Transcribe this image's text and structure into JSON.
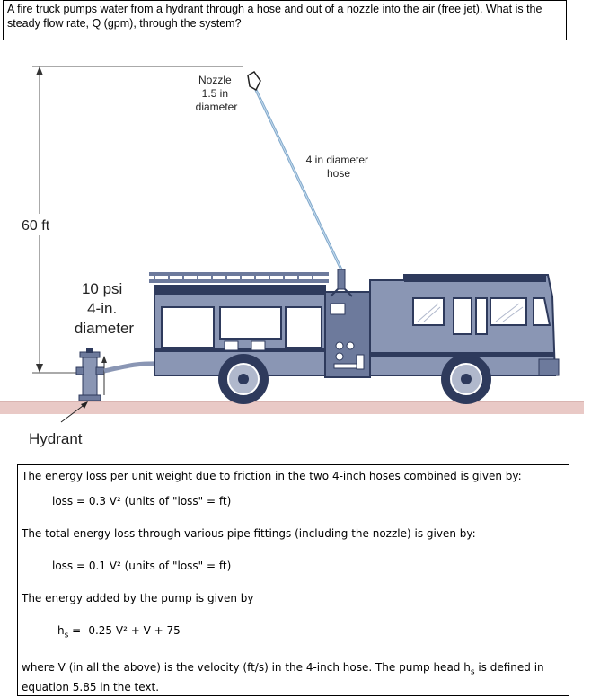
{
  "question": {
    "text": "A fire truck pumps water from a hydrant through a hose and out of a nozzle into the air (free jet).  What is the steady flow rate, Q (gpm), through the system?"
  },
  "figure": {
    "nozzle_label": [
      "Nozzle",
      "1.5 in",
      "diameter"
    ],
    "hose_label": [
      "4 in diameter",
      "hose"
    ],
    "height_label": "60 ft",
    "hydrant_pressure_label": [
      "10 psi",
      "4-in.",
      "diameter"
    ],
    "hydrant_label": "Hydrant",
    "colors": {
      "truck_body": "#8a96b4",
      "truck_dark": "#2e3a5c",
      "ground": "#e9c9c6",
      "hose": "#7fa8cc"
    }
  },
  "info": {
    "line1": "The energy loss per unit weight due to friction in the two 4-inch hoses combined is given by:",
    "eq1": "loss = 0.3 V²  (units of \"loss\" = ft)",
    "line2": "The total energy loss through various pipe fittings (including the nozzle) is given by:",
    "eq2": "loss = 0.1 V²  (units of \"loss\" = ft)",
    "line3": "The energy added by the pump is given by",
    "eq3_pre": "h",
    "eq3_sub": "s",
    "eq3_post": " = -0.25 V² + V + 75",
    "line4_pre": "where V (in all the above) is the velocity (ft/s) in the 4-inch hose.  The pump head h",
    "line4_sub": "s",
    "line4_post": " is defined in equation 5.85 in the text."
  }
}
